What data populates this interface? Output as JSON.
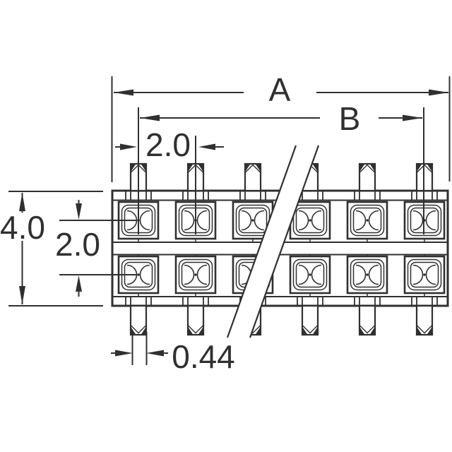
{
  "labels": {
    "overall_width": "A",
    "contact_span": "B",
    "pin_pitch": "2.0",
    "body_height": "4.0",
    "row_pitch": "2.0",
    "terminal_width": "0.44"
  },
  "colors": {
    "line": "#303030",
    "background": "#ffffff"
  }
}
